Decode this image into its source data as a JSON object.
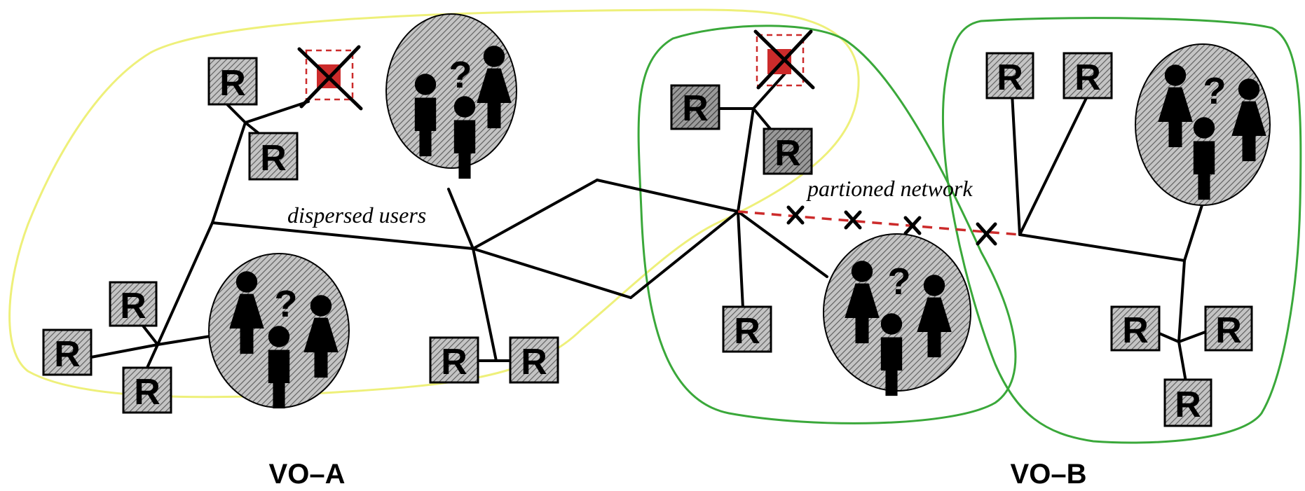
{
  "labels": {
    "router": "R",
    "unknown": "?",
    "dispersed_users": "dispersed users",
    "partitioned_network": "partioned network",
    "vo_a": "VO–A",
    "vo_b": "VO–B"
  },
  "colors": {
    "vo_a_boundary": "#eef07a",
    "vo_b_boundary": "#3aa83a",
    "failed_link": "#cc2b2b",
    "user_group_fill": "#b8b8b8"
  },
  "icons": {
    "router": "router-box",
    "failed_resource": "failed-resource-cross-icon",
    "user_group": "user-group-icon",
    "link_break": "link-break-cross-icon"
  }
}
